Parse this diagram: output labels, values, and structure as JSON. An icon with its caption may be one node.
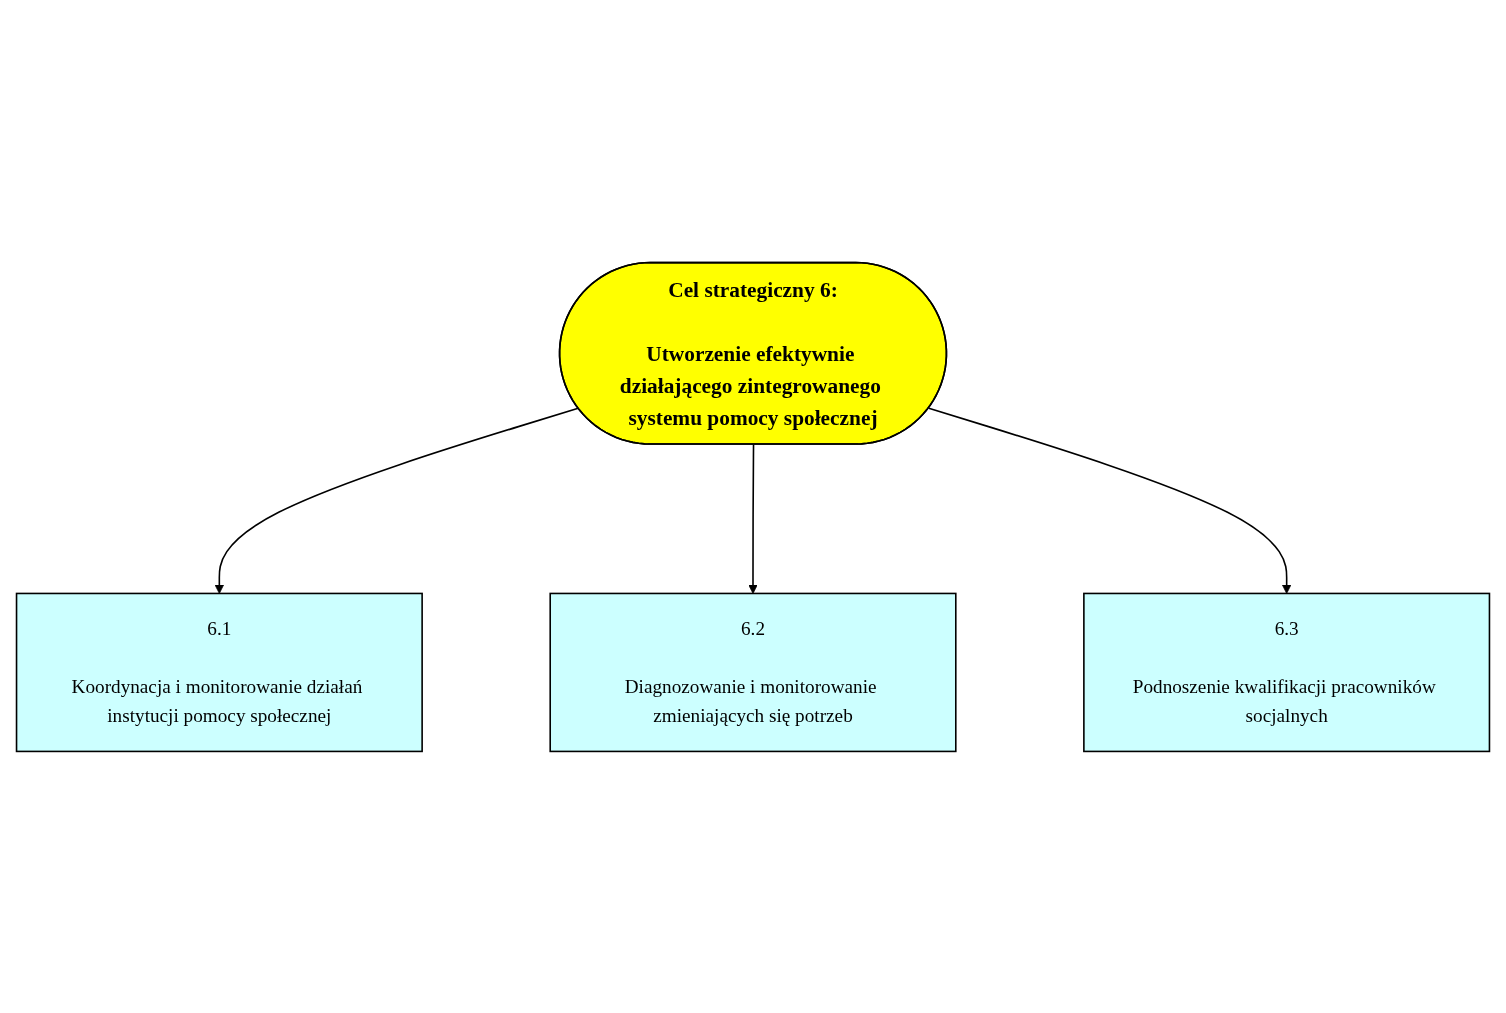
{
  "diagram": {
    "nodes": [
      {
        "text": [
          "Cel strategiczny 6:",
          "Utworzenie efektywnie działającego zintegrowanego systemu pomocy społecznej"
        ]
      },
      {
        "text": [
          "6.1",
          "Koordynacja i monitorowanie działań instytucji pomocy społecznej"
        ]
      },
      {
        "text": [
          "6.2",
          "Diagnozowanie i monitorowanie zmieniających się potrzeb"
        ]
      },
      {
        "text": [
          "6.3",
          "Podnoszenie kwalifikacji pracowników socjalnych"
        ]
      }
    ],
    "edges": [
      {
        "from": 0,
        "to": 1,
        "arrow": "to"
      },
      {
        "from": 0,
        "to": 2,
        "arrow": "to"
      },
      {
        "from": 0,
        "to": 3,
        "arrow": "to"
      }
    ]
  }
}
